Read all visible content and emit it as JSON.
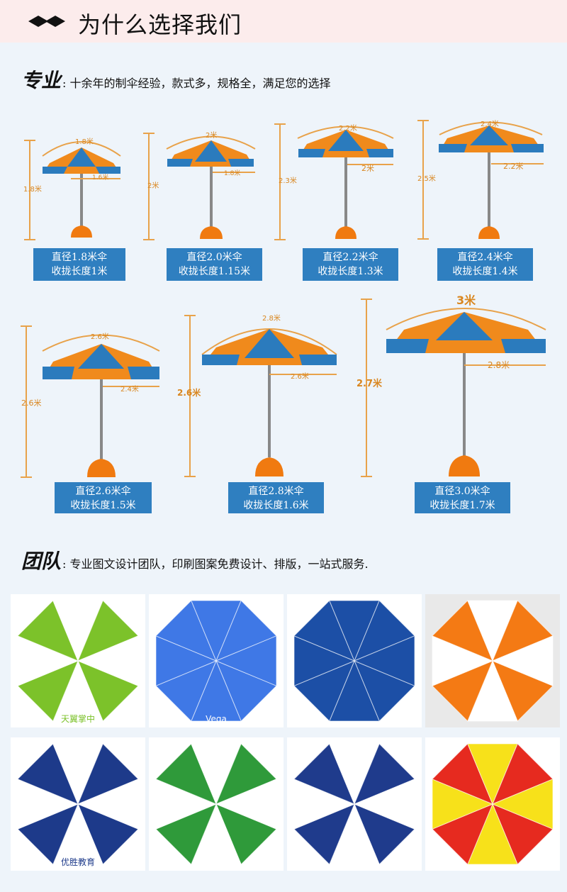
{
  "header": {
    "title": "为什么选择我们"
  },
  "professional": {
    "heading": "专业",
    "text": ": 十余年的制伞经验，款式多，规格全，满足您的选择"
  },
  "team": {
    "heading": "团队",
    "text": ": 专业图文设计团队，印刷图案免费设计、排版，一站式服务."
  },
  "umbrellas": [
    {
      "top": "1.8米",
      "inner": "1.6米",
      "height": "1.8米",
      "name": "直径1.8米伞",
      "fold": "收拢长度1米"
    },
    {
      "top": "2米",
      "inner": "1.8米",
      "height": "2米",
      "name": "直径2.0米伞",
      "fold": "收拢长度1.15米"
    },
    {
      "top": "2.2米",
      "inner": "2米",
      "height": "2.3米",
      "name": "直径2.2米伞",
      "fold": "收拢长度1.3米"
    },
    {
      "top": "2.4米",
      "inner": "2.2米",
      "height": "2.5米",
      "name": "直径2.4米伞",
      "fold": "收拢长度1.4米"
    },
    {
      "top": "2.6米",
      "inner": "2.4米",
      "height": "2.6米",
      "name": "直径2.6米伞",
      "fold": "收拢长度1.5米"
    },
    {
      "top": "2.8米",
      "inner": "2.6米",
      "height": "2.6米",
      "name": "直径2.8米伞",
      "fold": "收拢长度1.6米"
    },
    {
      "top": "3米",
      "inner": "2.8米",
      "height": "2.7米",
      "name": "直径3.0米伞",
      "fold": "收拢长度1.7米"
    }
  ],
  "gallery": [
    {
      "colorA": "#7cc22a",
      "colorB": "#ffffff",
      "text": "天翼掌中"
    },
    {
      "colorA": "#3f78e6",
      "colorB": "#3f78e6",
      "text": "Vega"
    },
    {
      "colorA": "#1c4fa6",
      "colorB": "#1c4fa6",
      "text": ""
    },
    {
      "colorA": "#f47a14",
      "colorB": "#ffffff",
      "text": ""
    },
    {
      "colorA": "#1d3a8a",
      "colorB": "#ffffff",
      "text": "优胜教育"
    },
    {
      "colorA": "#2f9a3a",
      "colorB": "#ffffff",
      "text": ""
    },
    {
      "colorA": "#1f3b8c",
      "colorB": "#ffffff",
      "text": ""
    },
    {
      "colorA": "#e62a1f",
      "colorB": "#f7e11a",
      "text": ""
    }
  ]
}
